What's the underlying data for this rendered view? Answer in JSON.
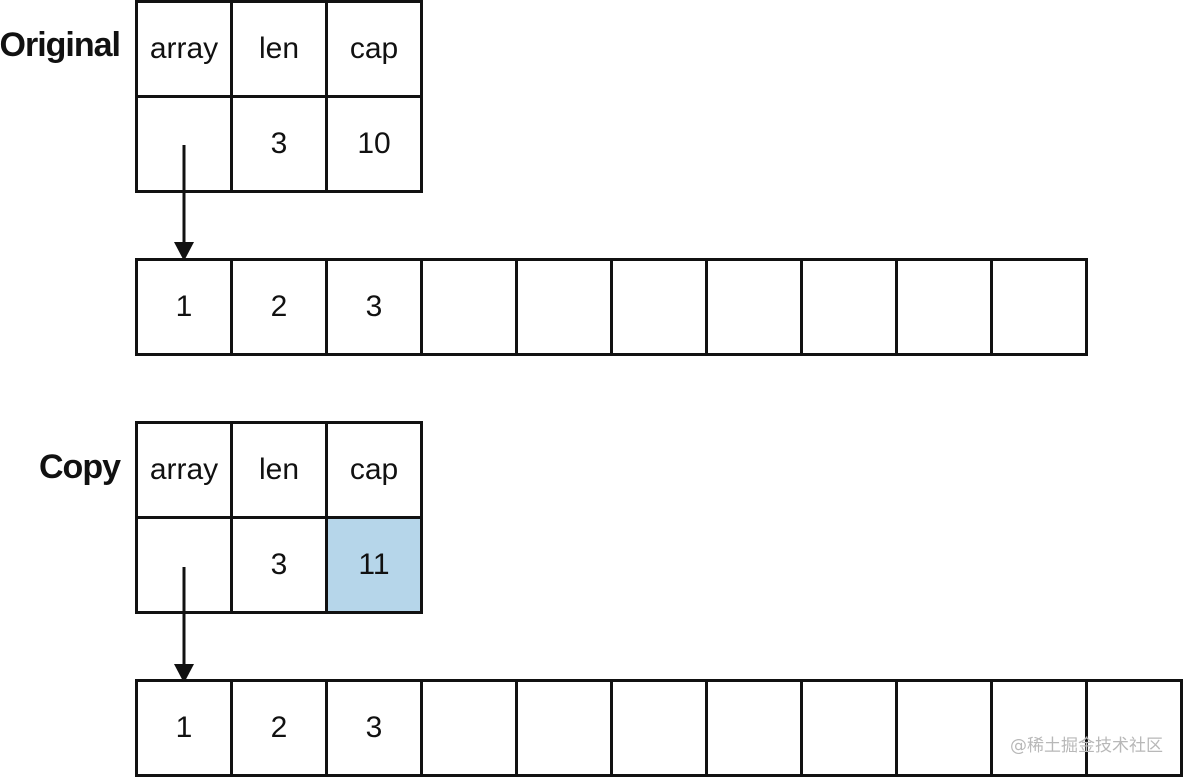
{
  "original": {
    "label": "Original",
    "header": {
      "array": "array",
      "len": "len",
      "cap": "cap"
    },
    "values": {
      "array": "",
      "len": "3",
      "cap": "10"
    },
    "backing_array": [
      "1",
      "2",
      "3",
      "",
      "",
      "",
      "",
      "",
      "",
      ""
    ]
  },
  "copy": {
    "label": "Copy",
    "header": {
      "array": "array",
      "len": "len",
      "cap": "cap"
    },
    "values": {
      "array": "",
      "len": "3",
      "cap": "11"
    },
    "highlight_color": "#b6d6ea",
    "backing_array": [
      "1",
      "2",
      "3",
      "",
      "",
      "",
      "",
      "",
      "",
      "",
      ""
    ]
  },
  "watermark": "@稀土掘金技术社区"
}
